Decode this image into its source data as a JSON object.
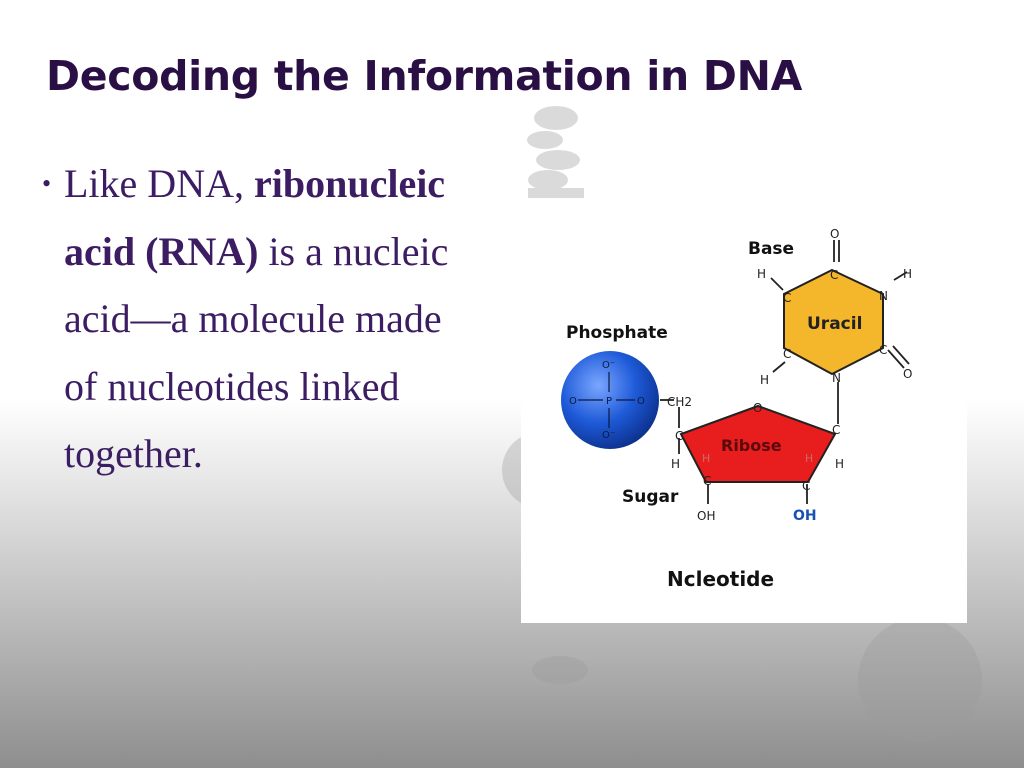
{
  "slide": {
    "title": "Decoding the Information in DNA",
    "bullet": {
      "part1": "Like DNA, ",
      "bold1": "ribonucleic acid (",
      "bold2": "RNA",
      "bold3": ")",
      "part2": " is a nucleic acid—a molecule made of nucleotides linked together."
    }
  },
  "diagram": {
    "labels": {
      "base": "Base",
      "phosphate": "Phosphate",
      "uracil": "Uracil",
      "ribose": "Ribose",
      "sugar": "Sugar",
      "caption": "Ncleotide",
      "ch2": "CH2",
      "oh_left": "OH",
      "oh_right": "OH",
      "p": "P",
      "o": "O",
      "o_minus": "O⁻",
      "c": "C",
      "h": "H",
      "n": "N"
    },
    "colors": {
      "phosphate": "#1e5ad8",
      "uracil": "#f4b62a",
      "ribose": "#e81d1d",
      "oh_highlight": "#1a4fb5",
      "title": "#2a0f45",
      "text": "#3c1d63"
    }
  }
}
